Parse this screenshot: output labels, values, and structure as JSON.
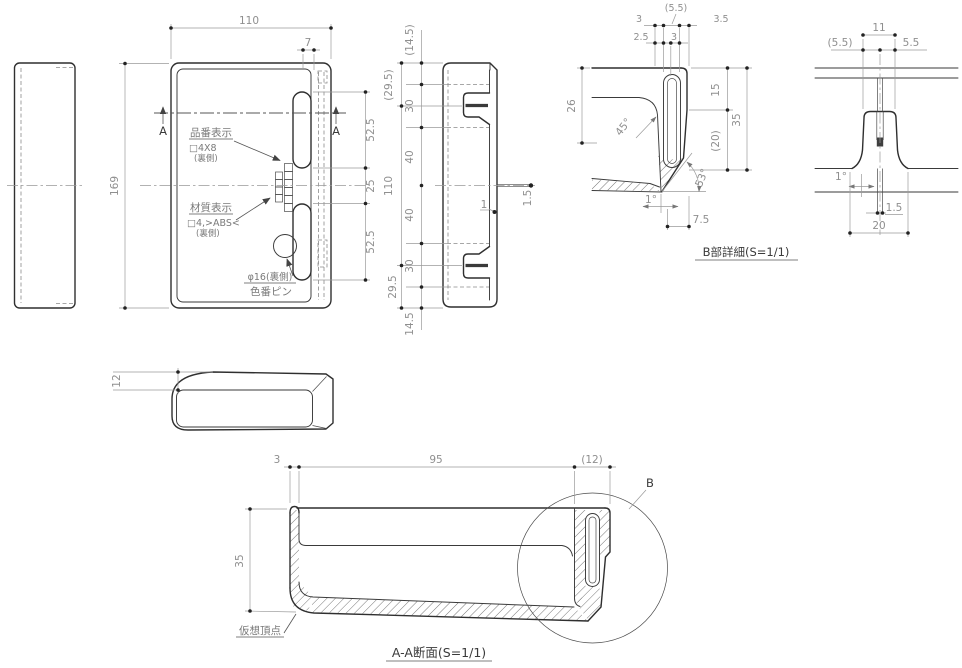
{
  "colors": {
    "background": "#ffffff",
    "part_line": "#2f2f2f",
    "dim_line": "#9a9a9a",
    "dim_text": "#8f8f8f",
    "dark_text": "#3a3a3a"
  },
  "front": {
    "dim_width": "110",
    "dim_notch": "7",
    "dim_height": "169",
    "dim_slot_top": "52.5",
    "dim_mid": "25",
    "dim_slot_bottom": "52.5",
    "section_marker": "A",
    "part_no_title": "品番表示",
    "part_no_spec": "□4X8",
    "part_no_note": "(裏側)",
    "material_title": "材質表示",
    "material_spec": "□4,>ABS<",
    "material_note": "(裏側)",
    "pin_dia": "φ16(裏側)",
    "pin_name": "色番ピン"
  },
  "side": {
    "dim_top_paren": "(14.5)",
    "dim_a": "(29.5)",
    "dim_b": "30",
    "dim_c": "40",
    "dim_mid": "110",
    "dim_d": "40",
    "dim_e": "30",
    "dim_f": "29.5",
    "dim_g": "14.5",
    "dim_rib": "1.5",
    "dim_wall": "1"
  },
  "detail_b": {
    "title": "B部詳細(S=1/1)",
    "dim_r1a": "3",
    "dim_r1b": "(5.5)",
    "dim_r1c": "3.5",
    "dim_r2a": "2.5",
    "dim_r2b": "3",
    "dim_left": "26",
    "dim_right1": "15",
    "dim_right2": "(20)",
    "dim_right3": "35",
    "dim_bottom": "7.5",
    "angle_45": "45°",
    "angle_53": "53°",
    "angle_1": "1°"
  },
  "detail_right": {
    "dim_top": "11",
    "dim_top_left": "(5.5)",
    "dim_top_right": "5.5",
    "angle_1": "1°",
    "dim_rib": "1.5",
    "dim_base": "20"
  },
  "plan": {
    "dim_depth": "12"
  },
  "section_aa": {
    "title": "A-A断面(S=1/1)",
    "dim_left": "3",
    "dim_mid": "95",
    "dim_right": "(12)",
    "dim_height": "35",
    "apex_label": "仮想頂点",
    "detail_ref": "B"
  }
}
